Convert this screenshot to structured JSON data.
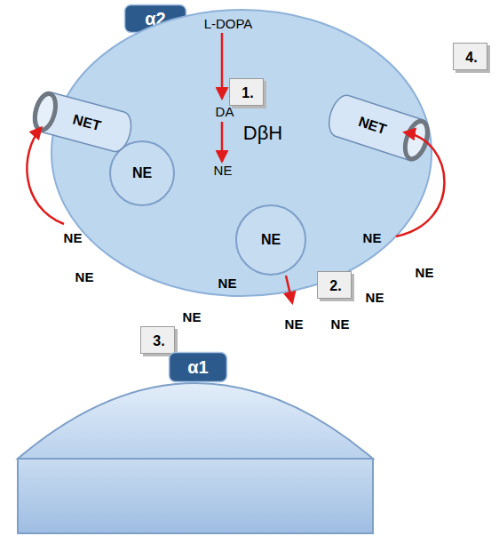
{
  "diagram": {
    "nodes": [
      {
        "text": [
          "α2"
        ]
      },
      {
        "text": [
          "L-DOPA",
          "DA",
          "NE",
          "DβH"
        ]
      },
      {
        "text": [
          "NET"
        ]
      },
      {
        "text": [
          "1."
        ],
        "in": 1
      },
      {
        "text": [
          "NET"
        ]
      },
      {
        "text": [
          "4."
        ]
      },
      {
        "text": [
          "NE"
        ],
        "in": 1
      },
      {
        "text": [
          "NE"
        ],
        "in": 1
      },
      {
        "text": [
          "2."
        ]
      },
      {
        "text": [
          "3."
        ]
      },
      {
        "text": [
          "α1"
        ]
      }
    ],
    "labels": [
      "NE",
      "NE",
      "NE",
      "NE",
      "NE",
      "NE",
      "NE",
      "NE",
      "NE"
    ]
  }
}
